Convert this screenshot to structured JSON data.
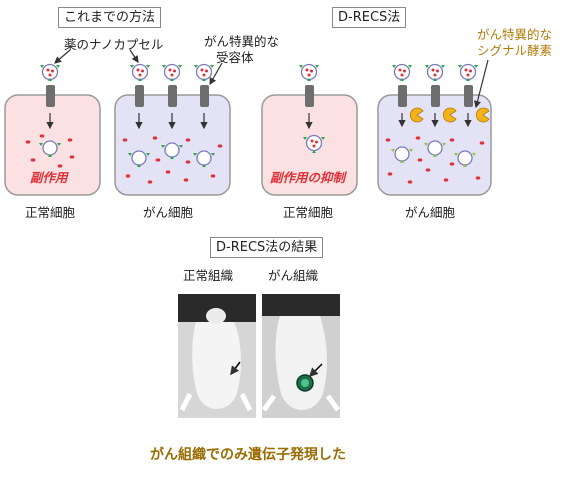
{
  "headers": {
    "conventional": "これまでの方法",
    "drecs": "D-RECS法",
    "results": "D-RECS法の結果"
  },
  "labels": {
    "nanocapsule": "薬のナノカプセル",
    "receptor_line1": "がん特異的な",
    "receptor_line2": "受容体",
    "enzyme_line1": "がん特異的な",
    "enzyme_line2": "シグナル酵素",
    "side_effect": "副作用",
    "side_effect_suppressed": "副作用の抑制",
    "normal_cell_1": "正常細胞",
    "cancer_cell_1": "がん細胞",
    "normal_cell_2": "正常細胞",
    "cancer_cell_2": "がん細胞",
    "normal_tissue": "正常組織",
    "cancer_tissue": "がん組織",
    "conclusion": "がん組織でのみ遺伝子発現した"
  },
  "colors": {
    "normal_cell_fill": "#fbe1e1",
    "cancer_cell_fill": "#e3e3f5",
    "cell_border": "#9a9a9a",
    "drug_dot": "#e0303a",
    "capsule_dot": "#2ba84a",
    "enzyme": "#f3b21b",
    "receptor": "#6e6e6e",
    "side_effect_text": "#e0303a",
    "enzyme_label": "#b07d0a",
    "conclusion_text": "#9a6b00"
  },
  "icons": [
    "nanocapsule-icon",
    "receptor-icon",
    "signal-enzyme-icon",
    "arrow-icon",
    "mouse-photo-icon"
  ]
}
